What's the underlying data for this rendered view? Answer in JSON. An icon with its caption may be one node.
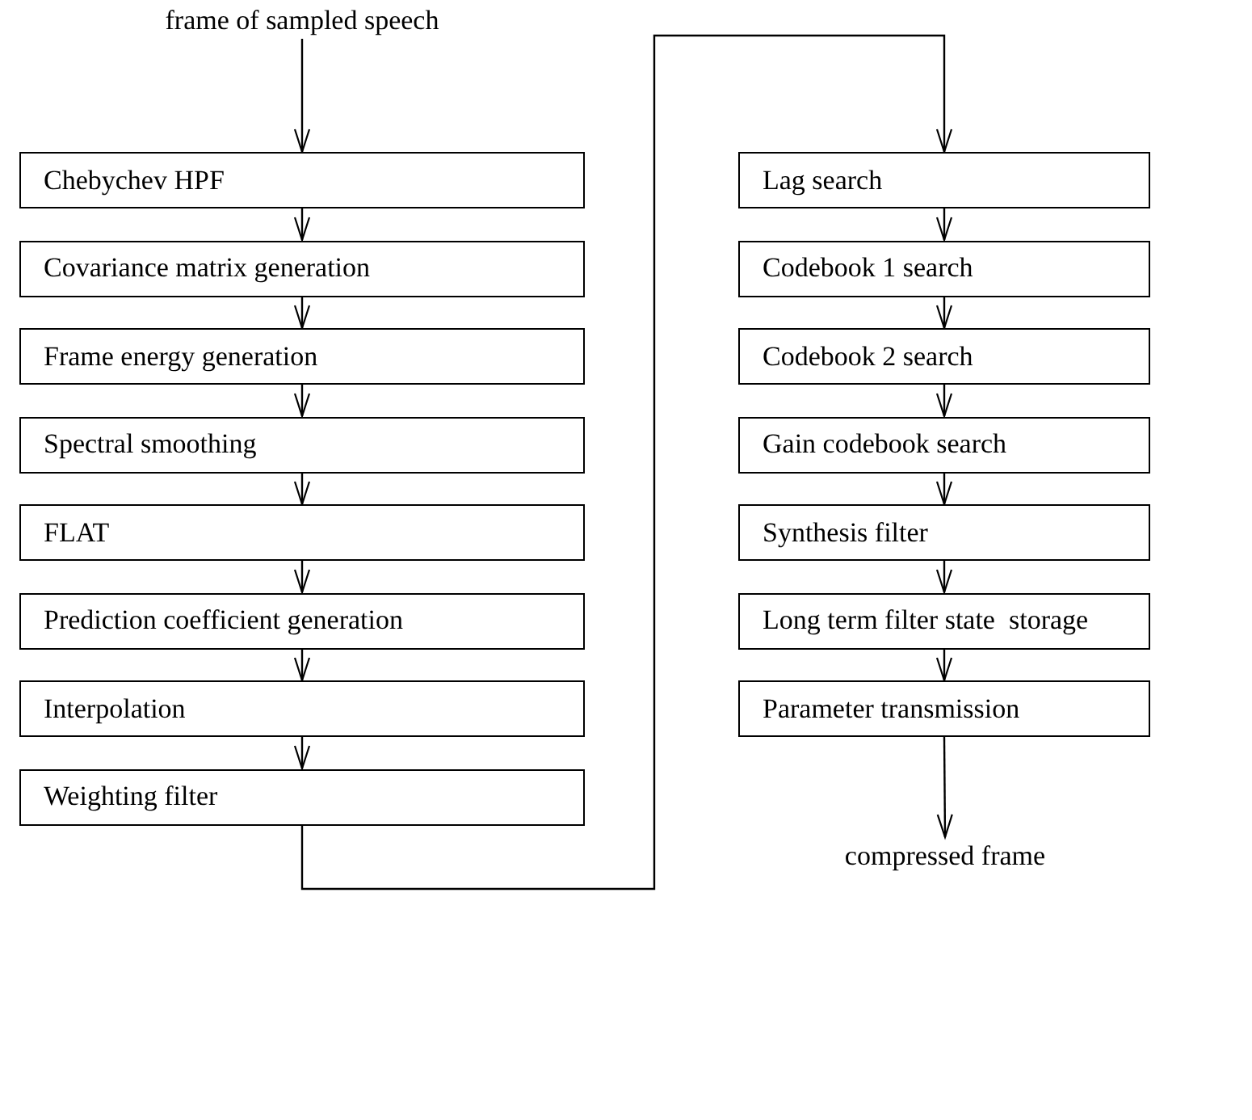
{
  "diagram": {
    "nodes": [
      {
        "text": [
          "frame of sampled speech"
        ]
      },
      {
        "text": [
          "Chebychev HPF"
        ]
      },
      {
        "text": [
          "Covariance matrix generation"
        ]
      },
      {
        "text": [
          "Frame energy generation"
        ]
      },
      {
        "text": [
          "Spectral smoothing"
        ]
      },
      {
        "text": [
          "FLAT"
        ]
      },
      {
        "text": [
          "Prediction coefficient generation"
        ]
      },
      {
        "text": [
          "Interpolation"
        ]
      },
      {
        "text": [
          "Weighting filter"
        ]
      },
      {
        "text": [
          "Lag search"
        ]
      },
      {
        "text": [
          "Codebook 1 search"
        ]
      },
      {
        "text": [
          "Codebook 2 search"
        ]
      },
      {
        "text": [
          "Gain codebook search"
        ]
      },
      {
        "text": [
          "Synthesis filter"
        ]
      },
      {
        "text": [
          "Long term filter state  storage"
        ]
      },
      {
        "text": [
          "Parameter transmission"
        ]
      },
      {
        "text": [
          "compressed frame"
        ]
      }
    ],
    "edges": [
      {
        "from": 0,
        "to": 1,
        "arrow": "to"
      },
      {
        "from": 1,
        "to": 2,
        "arrow": "to"
      },
      {
        "from": 2,
        "to": 3,
        "arrow": "to"
      },
      {
        "from": 3,
        "to": 4,
        "arrow": "to"
      },
      {
        "from": 4,
        "to": 5,
        "arrow": "to"
      },
      {
        "from": 5,
        "to": 6,
        "arrow": "to"
      },
      {
        "from": 6,
        "to": 7,
        "arrow": "to"
      },
      {
        "from": 7,
        "to": 8,
        "arrow": "to"
      },
      {
        "from": 8,
        "to": 9,
        "arrow": "to"
      },
      {
        "from": 9,
        "to": 10,
        "arrow": "to"
      },
      {
        "from": 10,
        "to": 11,
        "arrow": "to"
      },
      {
        "from": 11,
        "to": 12,
        "arrow": "to"
      },
      {
        "from": 12,
        "to": 13,
        "arrow": "to"
      },
      {
        "from": 13,
        "to": 14,
        "arrow": "to"
      },
      {
        "from": 14,
        "to": 15,
        "arrow": "to"
      },
      {
        "from": 15,
        "to": 16,
        "arrow": "to"
      }
    ]
  }
}
